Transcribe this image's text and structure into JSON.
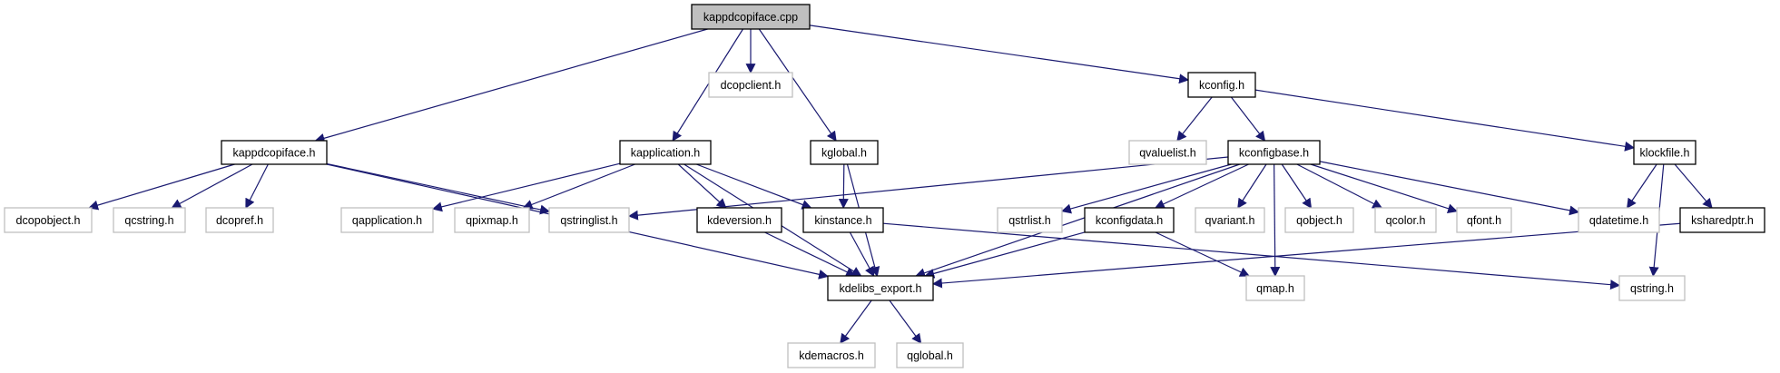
{
  "colors": {
    "edge": "#191970",
    "root_fill": "#bfbfbf",
    "documented_border": "#000000",
    "undocumented_border": "#bfbfbf",
    "node_fill": "#ffffff"
  },
  "nodes": [
    {
      "id": "cpp",
      "label": "kappdcopiface.cpp",
      "kind": "root"
    },
    {
      "id": "kappdcopiface_h",
      "label": "kappdcopiface.h",
      "kind": "documented"
    },
    {
      "id": "dcopclient_h",
      "label": "dcopclient.h",
      "kind": "undocumented"
    },
    {
      "id": "kapplication_h",
      "label": "kapplication.h",
      "kind": "documented"
    },
    {
      "id": "kglobal_h",
      "label": "kglobal.h",
      "kind": "documented"
    },
    {
      "id": "kconfig_h",
      "label": "kconfig.h",
      "kind": "documented"
    },
    {
      "id": "qvaluelist_h",
      "label": "qvaluelist.h",
      "kind": "undocumented"
    },
    {
      "id": "kconfigbase_h",
      "label": "kconfigbase.h",
      "kind": "documented"
    },
    {
      "id": "klockfile_h",
      "label": "klockfile.h",
      "kind": "documented"
    },
    {
      "id": "dcopobject_h",
      "label": "dcopobject.h",
      "kind": "undocumented"
    },
    {
      "id": "qcstring_h",
      "label": "qcstring.h",
      "kind": "undocumented"
    },
    {
      "id": "dcopref_h",
      "label": "dcopref.h",
      "kind": "undocumented"
    },
    {
      "id": "qapplication_h",
      "label": "qapplication.h",
      "kind": "undocumented"
    },
    {
      "id": "qpixmap_h",
      "label": "qpixmap.h",
      "kind": "undocumented"
    },
    {
      "id": "qstringlist_h",
      "label": "qstringlist.h",
      "kind": "undocumented"
    },
    {
      "id": "kdeversion_h",
      "label": "kdeversion.h",
      "kind": "documented"
    },
    {
      "id": "kinstance_h",
      "label": "kinstance.h",
      "kind": "documented"
    },
    {
      "id": "qstrlist_h",
      "label": "qstrlist.h",
      "kind": "undocumented"
    },
    {
      "id": "kconfigdata_h",
      "label": "kconfigdata.h",
      "kind": "documented"
    },
    {
      "id": "qvariant_h",
      "label": "qvariant.h",
      "kind": "undocumented"
    },
    {
      "id": "qobject_h",
      "label": "qobject.h",
      "kind": "undocumented"
    },
    {
      "id": "qcolor_h",
      "label": "qcolor.h",
      "kind": "undocumented"
    },
    {
      "id": "qfont_h",
      "label": "qfont.h",
      "kind": "undocumented"
    },
    {
      "id": "qdatetime_h",
      "label": "qdatetime.h",
      "kind": "undocumented"
    },
    {
      "id": "ksharedptr_h",
      "label": "ksharedptr.h",
      "kind": "documented"
    },
    {
      "id": "kdelibs_export_h",
      "label": "kdelibs_export.h",
      "kind": "documented"
    },
    {
      "id": "qmap_h",
      "label": "qmap.h",
      "kind": "undocumented"
    },
    {
      "id": "qstring_h",
      "label": "qstring.h",
      "kind": "undocumented"
    },
    {
      "id": "kdemacros_h",
      "label": "kdemacros.h",
      "kind": "undocumented"
    },
    {
      "id": "qglobal_h",
      "label": "qglobal.h",
      "kind": "undocumented"
    }
  ],
  "edges": [
    [
      "cpp",
      "kappdcopiface_h"
    ],
    [
      "cpp",
      "dcopclient_h"
    ],
    [
      "cpp",
      "kapplication_h"
    ],
    [
      "cpp",
      "kglobal_h"
    ],
    [
      "cpp",
      "kconfig_h"
    ],
    [
      "kappdcopiface_h",
      "dcopobject_h"
    ],
    [
      "kappdcopiface_h",
      "qcstring_h"
    ],
    [
      "kappdcopiface_h",
      "dcopref_h"
    ],
    [
      "kappdcopiface_h",
      "qstringlist_h"
    ],
    [
      "kappdcopiface_h",
      "kdelibs_export_h"
    ],
    [
      "kapplication_h",
      "qapplication_h"
    ],
    [
      "kapplication_h",
      "qpixmap_h"
    ],
    [
      "kapplication_h",
      "kdeversion_h"
    ],
    [
      "kapplication_h",
      "kinstance_h"
    ],
    [
      "kapplication_h",
      "kdelibs_export_h"
    ],
    [
      "kglobal_h",
      "kinstance_h"
    ],
    [
      "kglobal_h",
      "kdelibs_export_h"
    ],
    [
      "kconfig_h",
      "qvaluelist_h"
    ],
    [
      "kconfig_h",
      "kconfigbase_h"
    ],
    [
      "kconfig_h",
      "klockfile_h"
    ],
    [
      "kconfigbase_h",
      "qstringlist_h"
    ],
    [
      "kconfigbase_h",
      "kdelibs_export_h"
    ],
    [
      "kconfigbase_h",
      "qstrlist_h"
    ],
    [
      "kconfigbase_h",
      "kconfigdata_h"
    ],
    [
      "kconfigbase_h",
      "qvariant_h"
    ],
    [
      "kconfigbase_h",
      "qobject_h"
    ],
    [
      "kconfigbase_h",
      "qcolor_h"
    ],
    [
      "kconfigbase_h",
      "qfont_h"
    ],
    [
      "kconfigbase_h",
      "qdatetime_h"
    ],
    [
      "kconfigbase_h",
      "qmap_h"
    ],
    [
      "kdeversion_h",
      "kdelibs_export_h"
    ],
    [
      "kinstance_h",
      "kdelibs_export_h"
    ],
    [
      "kinstance_h",
      "qstring_h"
    ],
    [
      "kconfigdata_h",
      "kdelibs_export_h"
    ],
    [
      "kconfigdata_h",
      "qmap_h"
    ],
    [
      "klockfile_h",
      "qdatetime_h"
    ],
    [
      "klockfile_h",
      "ksharedptr_h"
    ],
    [
      "klockfile_h",
      "qstring_h"
    ],
    [
      "ksharedptr_h",
      "kdelibs_export_h"
    ],
    [
      "kdelibs_export_h",
      "kdemacros_h"
    ],
    [
      "kdelibs_export_h",
      "qglobal_h"
    ]
  ]
}
